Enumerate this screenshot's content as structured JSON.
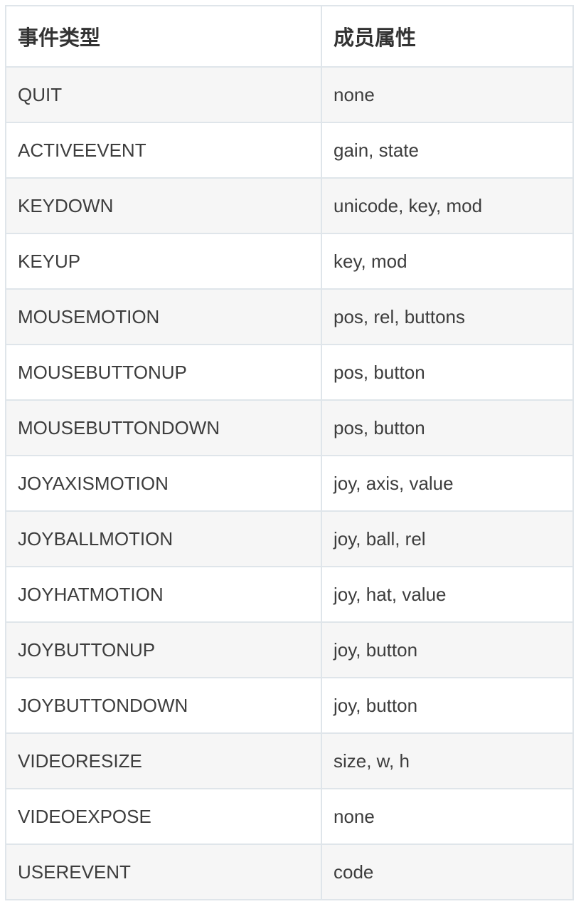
{
  "table": {
    "headers": [
      "事件类型",
      "成员属性"
    ],
    "rows": [
      [
        "QUIT",
        "none"
      ],
      [
        "ACTIVEEVENT",
        "gain, state"
      ],
      [
        "KEYDOWN",
        "unicode, key, mod"
      ],
      [
        "KEYUP",
        "key, mod"
      ],
      [
        "MOUSEMOTION",
        "pos, rel, buttons"
      ],
      [
        "MOUSEBUTTONUP",
        "pos, button"
      ],
      [
        "MOUSEBUTTONDOWN",
        "pos, button"
      ],
      [
        "JOYAXISMOTION",
        "joy, axis, value"
      ],
      [
        "JOYBALLMOTION",
        "joy, ball, rel"
      ],
      [
        "JOYHATMOTION",
        "joy, hat, value"
      ],
      [
        "JOYBUTTONUP",
        "joy, button"
      ],
      [
        "JOYBUTTONDOWN",
        "joy, button"
      ],
      [
        "VIDEORESIZE",
        "size, w, h"
      ],
      [
        "VIDEOEXPOSE",
        "none"
      ],
      [
        "USEREVENT",
        "code"
      ]
    ]
  },
  "colors": {
    "border": "#dfe5ea",
    "stripe": "#f6f6f6",
    "text": "#3d3d3d"
  }
}
